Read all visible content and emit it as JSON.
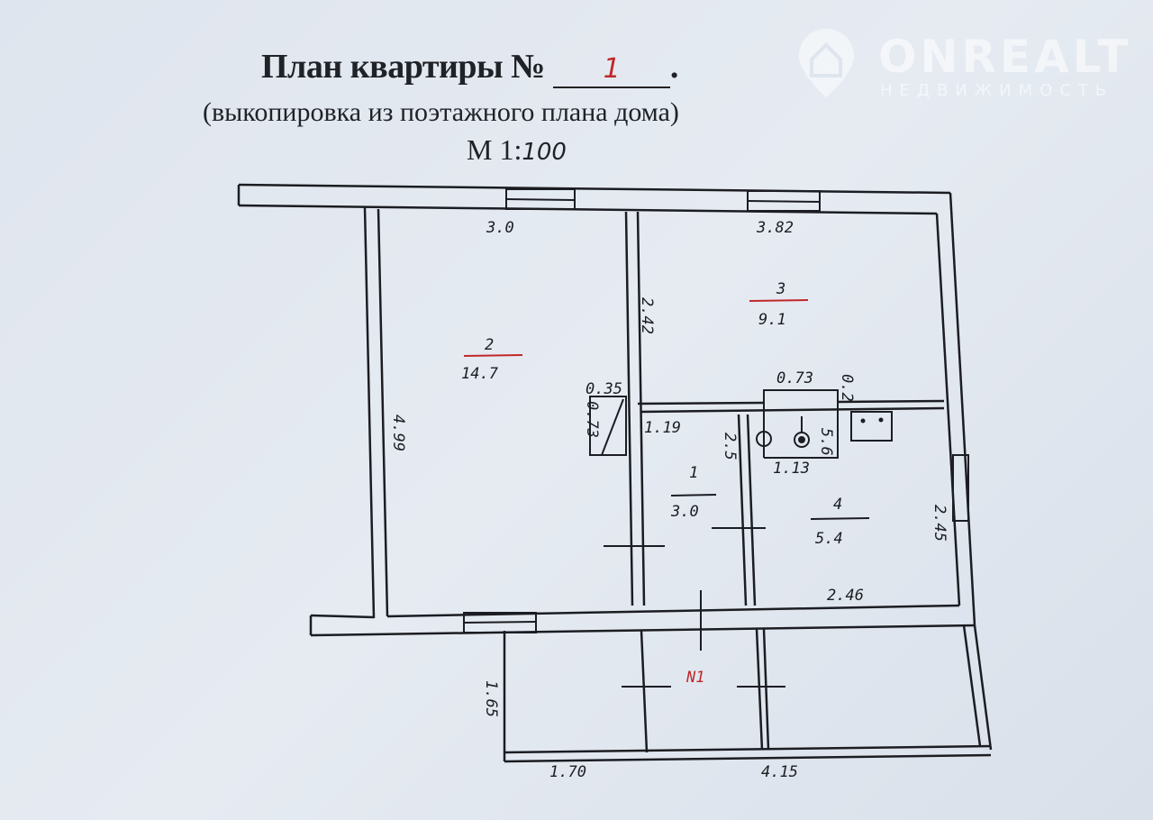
{
  "header": {
    "title": "План квартиры №",
    "apartment_number": "1",
    "subtitle": "(выкопировка из поэтажного плана дома)",
    "scale_prefix": "М 1:",
    "scale_value": "100"
  },
  "watermark": {
    "brand": "ONREALT",
    "tagline": "НЕДВИЖИМОСТЬ"
  },
  "plan": {
    "rooms": [
      {
        "number": "2",
        "area": "14.7"
      },
      {
        "number": "3",
        "area": "9.1"
      },
      {
        "number": "1",
        "area": "3.0"
      },
      {
        "number": "4",
        "area": "5.4"
      }
    ],
    "dimensions": {
      "top_left": "3.0",
      "top_right": "3.82",
      "room3_side": "2.42",
      "room2_side": "4.99",
      "closet_w": "0.35",
      "closet_h": "0.73",
      "corridor_w": "1.19",
      "stove_w": "0.73",
      "stove_gap": "0.2",
      "partition_h": "2.5",
      "stove_depth": "5.6",
      "stove_bottom": "1.13",
      "kitchen_side": "2.45",
      "kitchen_bottom": "2.46",
      "balcony_side": "1.65",
      "balcony_left": "1.70",
      "balcony_right": "4.15"
    },
    "marker": "N1",
    "ink_color": "#1b1d22",
    "red_color": "#c0282a"
  }
}
